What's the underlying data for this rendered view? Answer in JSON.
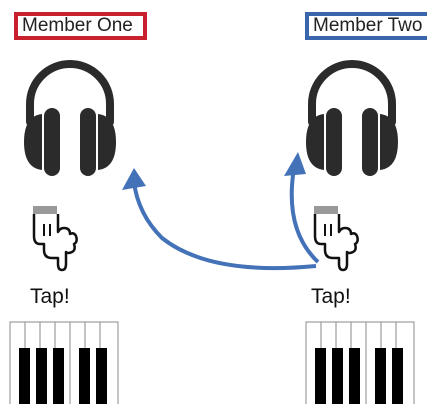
{
  "members": [
    {
      "label": "Member One",
      "frame_color": "#c8202c",
      "tap_label": "Tap!"
    },
    {
      "label": "Member Two",
      "frame_color": "#3a66ae",
      "tap_label": "Tap!"
    }
  ],
  "colors": {
    "arrow": "#4472b8",
    "headphone": "#2b2b2b",
    "hand_cuff": "#999999",
    "keys_black": "#000000",
    "keys_white": "#ffffff"
  },
  "icons": [
    "headphones-icon",
    "tap-hand-icon",
    "piano-keys-icon",
    "curved-arrow-icon"
  ]
}
